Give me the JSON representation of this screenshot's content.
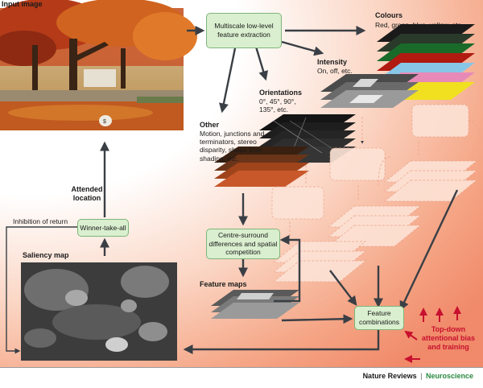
{
  "labels": {
    "input_image": "Input image",
    "colours_title": "Colours",
    "colours_desc": "Red, green, blue, yellow, etc.",
    "intensity_title": "Intensity",
    "intensity_desc": "On, off, etc.",
    "orientations_title": "Orientations",
    "orientations_desc": "0°, 45°, 90°, 135°, etc.",
    "other_title": "Other",
    "other_desc": "Motion, junctions and terminators, stereo disparity, shape from shading, etc.",
    "attended_location": "Attended location",
    "inhibition_of_return": "Inhibition of return",
    "saliency_map": "Saliency map",
    "feature_maps": "Feature maps",
    "top_down": "Top-down attentional bias and training"
  },
  "boxes": {
    "multiscale": "Multiscale low-level feature extraction",
    "winner": "Winner-take-all",
    "centre_surround": "Centre-surround differences and spatial competition",
    "feature_combinations": "Feature combinations"
  },
  "footer": {
    "brand_a": "Nature Reviews",
    "separator": "|",
    "brand_b": "Neuroscience"
  },
  "colors": {
    "box_fill": "#d9efcf",
    "box_border": "#7fb57a",
    "gradient_light": "#ffffff",
    "gradient_dark": "#f08a6a",
    "arrow": "#3a3f45",
    "top_down_red": "#c8102e",
    "brand_green": "#2a8a3e"
  },
  "icons": [
    "arrow-icon",
    "feature-map-stack-icon",
    "tree-photo-icon",
    "saliency-blur-icon"
  ]
}
